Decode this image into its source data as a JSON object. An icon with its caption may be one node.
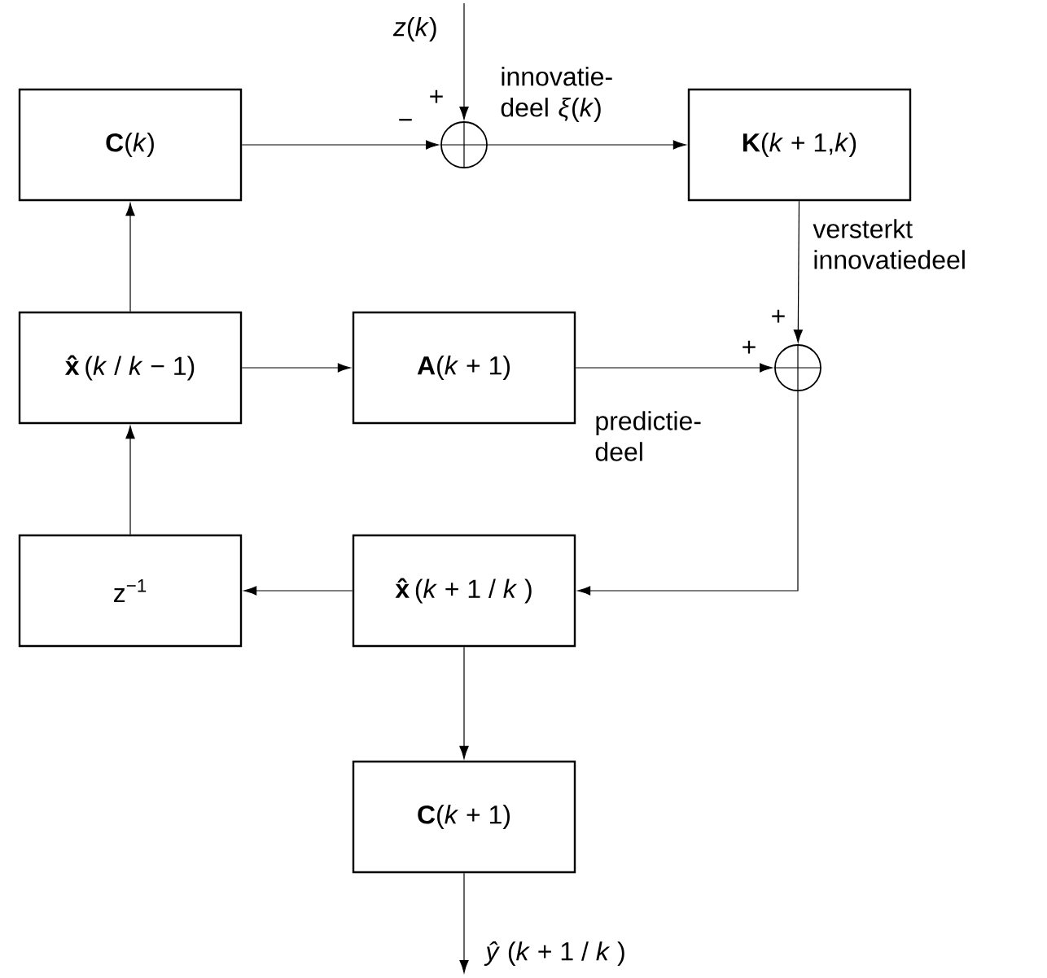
{
  "diagram": {
    "nodes": [
      {
        "text": [
          "**C**(*k*)"
        ]
      },
      {
        "text": [],
        "shape": "circle"
      },
      {
        "text": [
          "**K**(*k* + 1,*k*)"
        ]
      },
      {
        "text": [
          "**x̂**(*k*  / *k* − 1)"
        ]
      },
      {
        "text": [
          "**A**(*k* + 1)"
        ]
      },
      {
        "text": [],
        "shape": "circle"
      },
      {
        "text": [
          "z$^{−1}$"
        ]
      },
      {
        "text": [
          "**x̂**(*k* + 1 / *k* )"
        ]
      },
      {
        "text": [
          "**C**(*k* + 1)"
        ]
      }
    ],
    "edges": [
      {
        "from": null,
        "to": 1,
        "arrow": "to",
        "label": "*z*(*k*)"
      },
      {
        "from": 0,
        "to": 1,
        "arrow": "to"
      },
      {
        "from": 1,
        "to": 2,
        "arrow": "to",
        "label": "innovatie- deel *ξ*(*k*)"
      },
      {
        "from": 2,
        "to": 5,
        "arrow": "to",
        "label": "versterkt innovatiedeel"
      },
      {
        "from": 3,
        "to": 0,
        "arrow": "to"
      },
      {
        "from": 3,
        "to": 4,
        "arrow": "to"
      },
      {
        "from": 4,
        "to": 5,
        "arrow": "to",
        "label": "predictie- deel"
      },
      {
        "from": 5,
        "to": 7,
        "arrow": "to"
      },
      {
        "from": 7,
        "to": 6,
        "arrow": "to"
      },
      {
        "from": 6,
        "to": 3,
        "arrow": "to"
      },
      {
        "from": 7,
        "to": 8,
        "arrow": "to"
      },
      {
        "from": 8,
        "to": null,
        "arrow": "to",
        "label": "*ŷ* (*k* + 1 / *k* )"
      }
    ],
    "labels": [
      "+",
      "−",
      "+",
      "+"
    ]
  }
}
